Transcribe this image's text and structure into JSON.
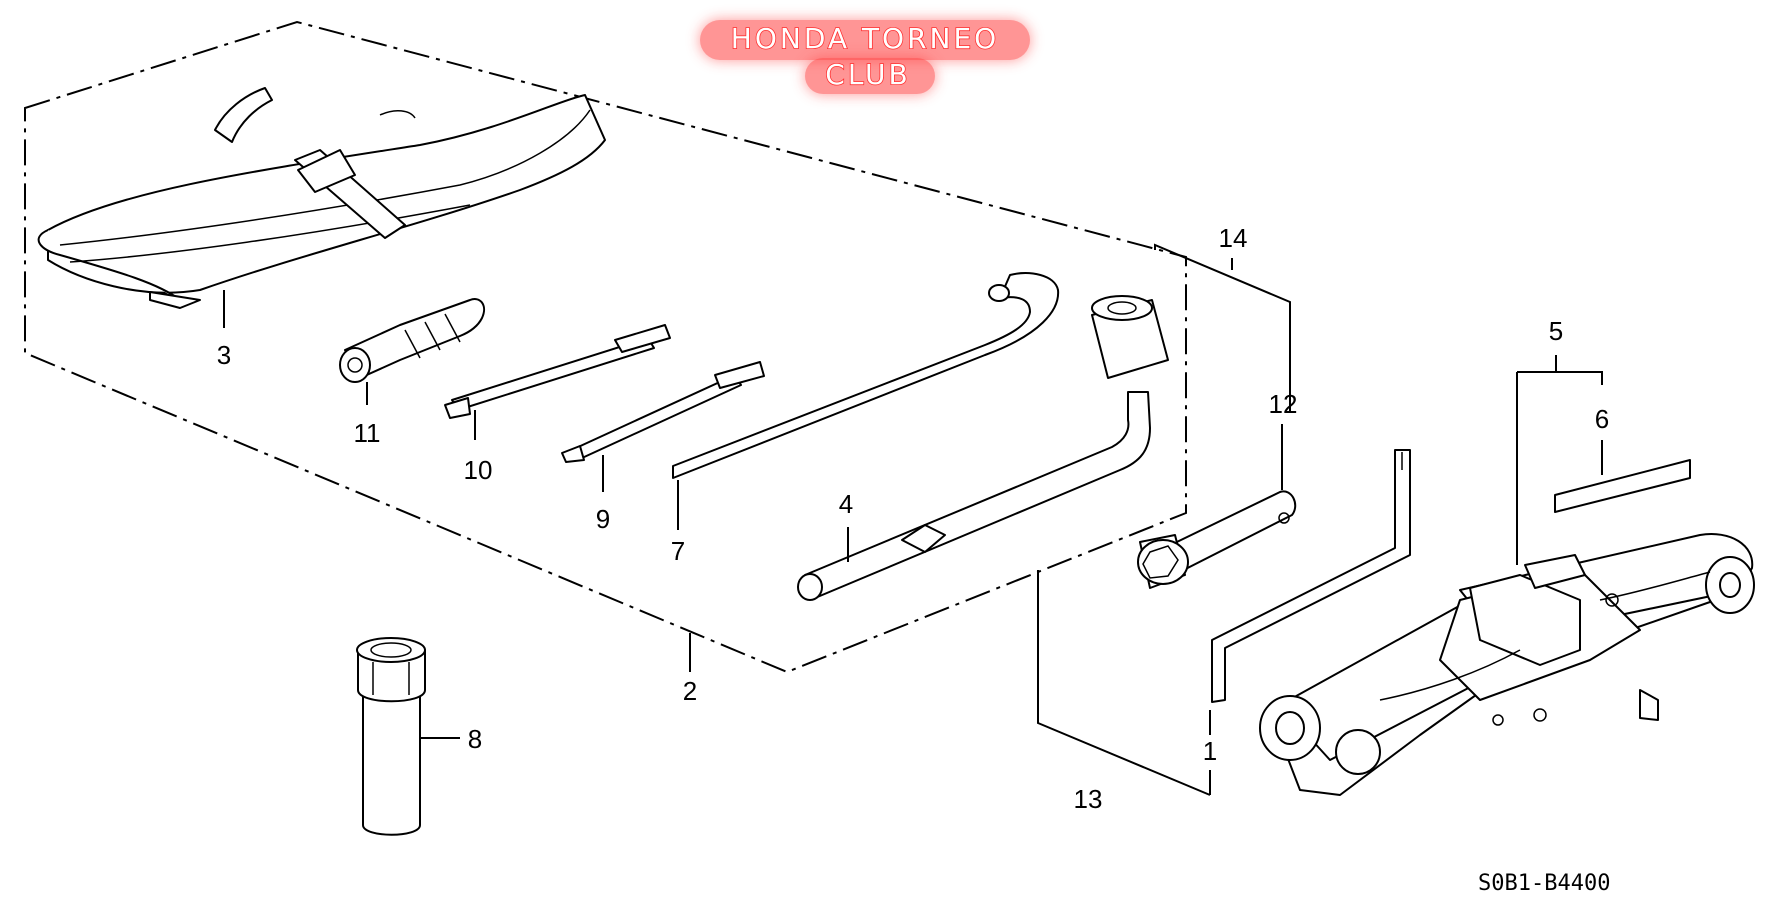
{
  "watermark": {
    "line1": "HONDA TORNEO",
    "line2": "CLUB"
  },
  "diagram_code": "S0B1-B4400",
  "callouts": {
    "c1": "1",
    "c2": "2",
    "c3": "3",
    "c4": "4",
    "c5": "5",
    "c6": "6",
    "c7": "7",
    "c8": "8",
    "c9": "9",
    "c10": "10",
    "c11": "11",
    "c12": "12",
    "c13": "13",
    "c14": "14"
  },
  "colors": {
    "line": "#000000",
    "background": "#ffffff",
    "watermark_glow": "#ff3030"
  }
}
